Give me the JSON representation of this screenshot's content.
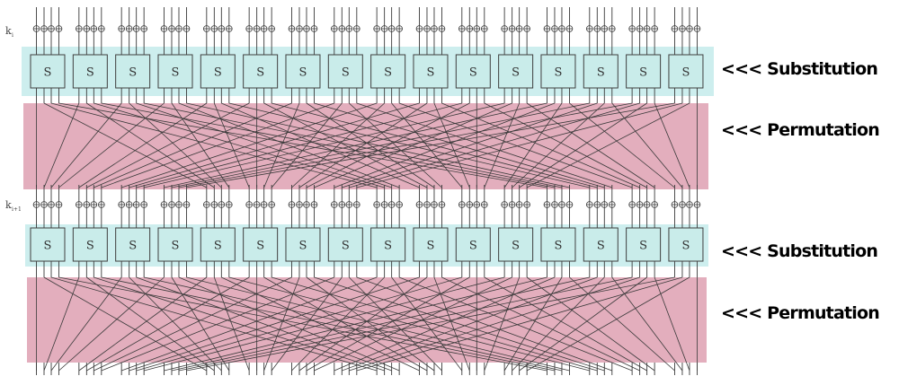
{
  "rounds": [
    {
      "key_label": "k",
      "key_subscript": "i",
      "substitution_label": "<<<  Substitution",
      "permutation_label": "<<< Permutation"
    },
    {
      "key_label": "k",
      "key_subscript": "i+1",
      "substitution_label": "<<< Substitution",
      "permutation_label": "<<< Permutation"
    }
  ],
  "sbox_label": "S",
  "sbox_count": 16,
  "bits_per_sbox": 4,
  "colors": {
    "substitution_band": "#cdeeee",
    "permutation_band": "#e3aebd",
    "sbox_fill": "#c9ecea",
    "line": "#3a3a3a"
  }
}
